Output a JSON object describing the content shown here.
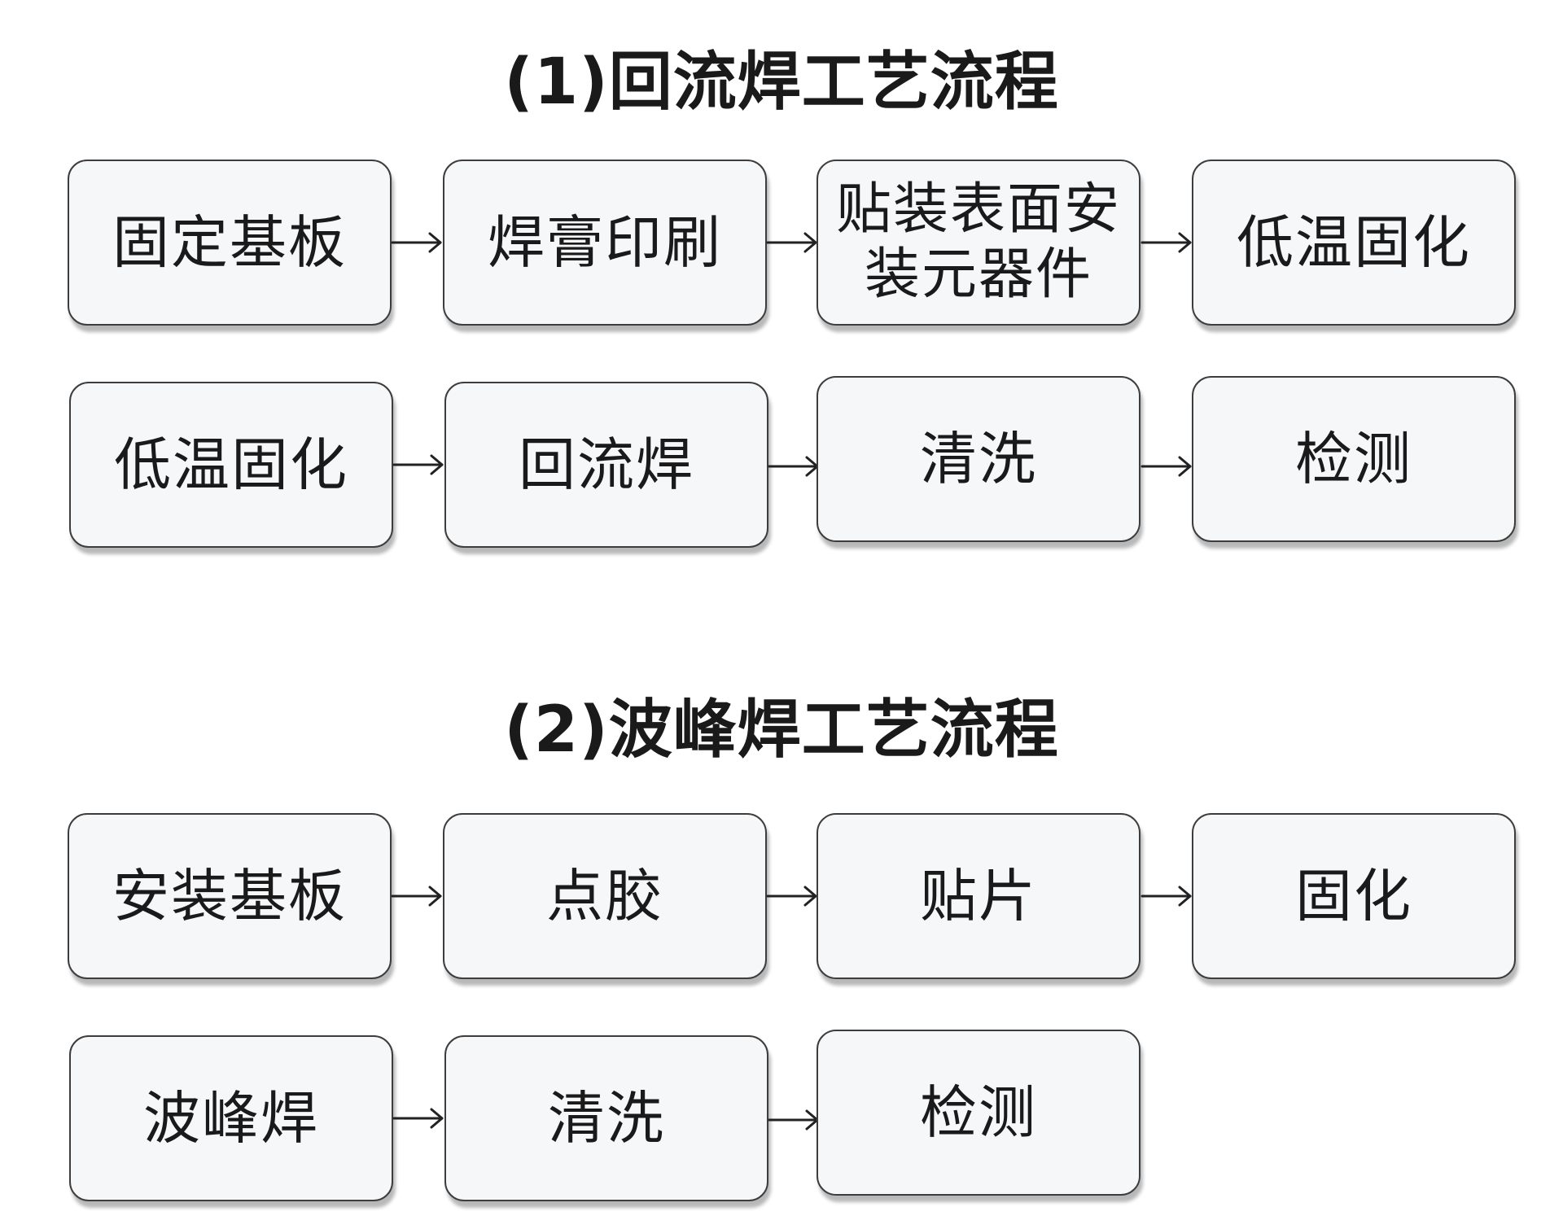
{
  "sections": [
    {
      "title": "(1)回流焊工艺流程",
      "steps": [
        "固定基板",
        "焊膏印刷",
        "贴装表面安装元器件",
        "低温固化",
        "低温固化",
        "回流焊",
        "清洗",
        "检测"
      ]
    },
    {
      "title": "(2)波峰焊工艺流程",
      "steps": [
        "安装基板",
        "点胶",
        "贴片",
        "固化",
        "波峰焊",
        "清洗",
        "检测"
      ]
    }
  ]
}
